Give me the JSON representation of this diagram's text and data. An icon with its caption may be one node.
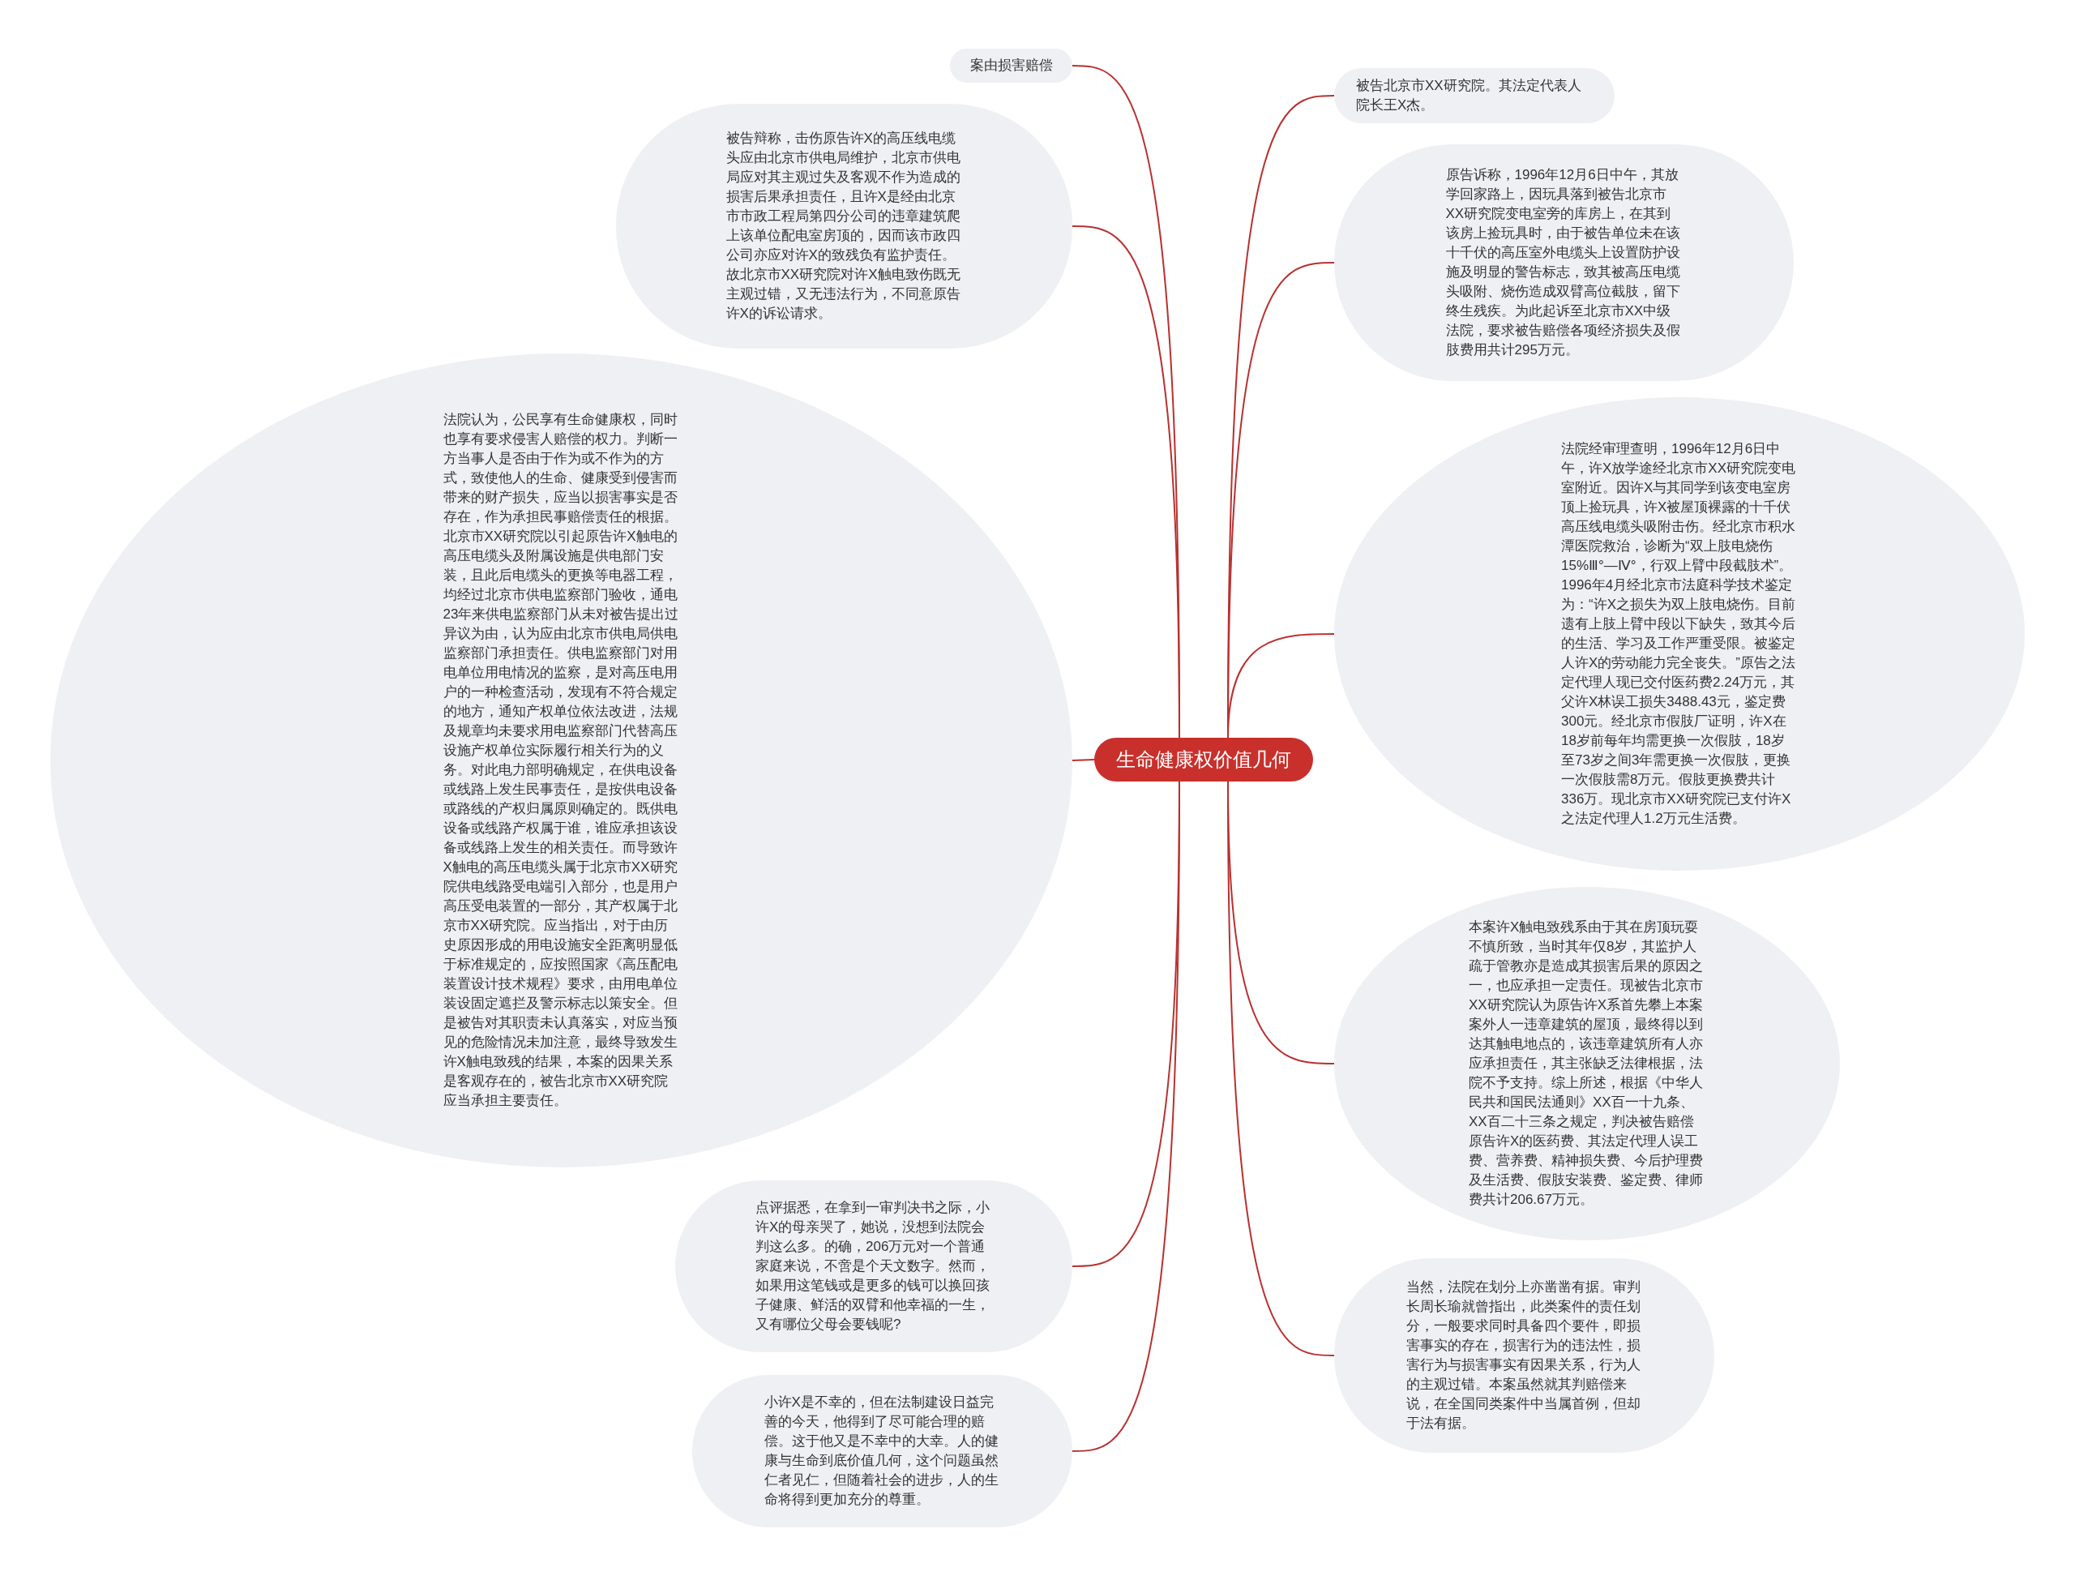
{
  "diagram": {
    "nodes": [
      {
        "text": [
          "生命健康权价值几何"
        ]
      },
      {
        "text": [
          "案由损害赔偿"
        ]
      },
      {
        "text": [
          "被告辩称，击伤原告许X的高压线电缆头应由北京市供电局维护，北京市供电局应对其主观过失及客观不作为造成的损害后果承担责任，且许X是经由北京市市政工程局第四分公司的违章建筑爬上该单位配电室房顶的，因而该市政四公司亦应对许X的致残负有监护责任。故北京市XX研究院对许X触电致伤既无主观过错，又无违法行为，不同意原告许X的诉讼请求。"
        ]
      },
      {
        "text": [
          "法院认为，公民享有生命健康权，同时也享有要求侵害人赔偿的权力。判断一方当事人是否由于作为或不作为的方式，致使他人的生命、健康受到侵害而带来的财产损失，应当以损害事实是否存在，作为承担民事赔偿责任的根据。北京市XX研究院以引起原告许X触电的高压电缆头及附属设施是供电部门安装，且此后电缆头的更换等电器工程，均经过北京市供电监察部门验收，通电23年来供电监察部门从未对被告提出过异议为由，认为应由北京市供电局供电监察部门承担责任。供电监察部门对用电单位用电情况的监察，是对高压电用户的一种检查活动，发现有不符合规定的地方，通知产权单位依法改进，法规及规章均未要求用电监察部门代替高压设施产权单位实际履行相关行为的义务。对此电力部明确规定，在供电设备或线路上发生民事责任，是按供电设备或路线的产权归属原则确定的。既供电设备或线路产权属于谁，谁应承担该设备或线路上发生的相关责任。而导致许X触电的高压电缆头属于北京市XX研究院供电线路受电端引入部分，也是用户高压受电装置的一部分，其产权属于北京市XX研究院。应当指出，对于由历史原因形成的用电设施安全距离明显低于标准规定的，应按照国家《高压配电装置设计技术规程》要求，由用电单位装设固定遮拦及警示标志以策安全。但是被告对其职责未认真落实，对应当预见的危险情况未加注意，最终导致发生许X触电致残的结果，本案的因果关系是客观存在的，被告北京市XX研究院应当承担主要责任。"
        ]
      },
      {
        "text": [
          "点评据悉，在拿到一审判决书之际，小许X的母亲哭了，她说，没想到法院会判这么多。的确，206万元对一个普通家庭来说，不啻是个天文数字。然而，如果用这笔钱或是更多的钱可以换回孩子健康、鲜活的双臂和他幸福的一生，又有哪位父母会要钱呢?"
        ]
      },
      {
        "text": [
          "小许X是不幸的，但在法制建设日益完善的今天，他得到了尽可能合理的赔偿。这于他又是不幸中的大幸。人的健康与生命到底价值几何，这个问题虽然仁者见仁，但随着社会的进步，人的生命将得到更加充分的尊重。"
        ]
      },
      {
        "text": [
          "被告北京市XX研究院。其法定代表人院长王X杰。"
        ]
      },
      {
        "text": [
          "原告诉称，1996年12月6日中午，其放学回家路上，因玩具落到被告北京市XX研究院变电室旁的库房上，在其到该房上捡玩具时，由于被告单位未在该十千伏的高压室外电缆头上设置防护设施及明显的警告标志，致其被高压电缆头吸附、烧伤造成双臂高位截肢，留下终生残疾。为此起诉至北京市XX中级法院，要求被告赔偿各项经济损失及假肢费用共计295万元。"
        ]
      },
      {
        "text": [
          "法院经审理查明，1996年12月6日中午，许X放学途经北京市XX研究院变电室附近。因许X与其同学到该变电室房顶上捡玩具，许X被屋顶裸露的十千伏高压线电缆头吸附击伤。经北京市积水潭医院救治，诊断为“双上肢电烧伤15%Ⅲ°—Ⅳ°，行双上臂中段截肢术”。1996年4月经北京市法庭科学技术鉴定为：“许X之损失为双上肢电烧伤。目前遗有上肢上臂中段以下缺失，致其今后的生活、学习及工作严重受限。被鉴定人许X的劳动能力完全丧失。”原告之法定代理人现已交付医药费2.24万元，其父许X林误工损失3488.43元，鉴定费300元。经北京市假肢厂证明，许X在18岁前每年均需更换一次假肢，18岁至73岁之间3年需更换一次假肢，更换一次假肢需8万元。假肢更换费共计336万。现北京市XX研究院已支付许X之法定代理人1.2万元生活费。"
        ]
      },
      {
        "text": [
          "本案许X触电致残系由于其在房顶玩耍不慎所致，当时其年仅8岁，其监护人疏于管教亦是造成其损害后果的原因之一，也应承担一定责任。现被告北京市XX研究院认为原告许X系首先攀上本案案外人一违章建筑的屋顶，最终得以到达其触电地点的，该违章建筑所有人亦应承担责任，其主张缺乏法律根据，法院不予支持。综上所述，根据《中华人民共和国民法通则》XX百一十九条、XX百二十三条之规定，判决被告赔偿原告许X的医药费、其法定代理人误工费、营养费、精神损失费、今后护理费及生活费、假肢安装费、鉴定费、律师费共计206.67万元。"
        ]
      },
      {
        "text": [
          "当然，法院在划分上亦凿凿有据。审判长周长瑜就曾指出，此类案件的责任划分，一般要求同时具备四个要件，即损害事实的存在，损害行为的违法性，损害行为与损害事实有因果关系，行为人的主观过错。本案虽然就其判赔偿来说，在全国同类案件中当属首例，但却于法有据。"
        ]
      }
    ],
    "edges": [
      {
        "from": 0,
        "to": 1,
        "arrow": "none"
      },
      {
        "from": 0,
        "to": 2,
        "arrow": "none"
      },
      {
        "from": 0,
        "to": 3,
        "arrow": "none"
      },
      {
        "from": 0,
        "to": 4,
        "arrow": "none"
      },
      {
        "from": 0,
        "to": 5,
        "arrow": "none"
      },
      {
        "from": 0,
        "to": 6,
        "arrow": "none"
      },
      {
        "from": 0,
        "to": 7,
        "arrow": "none"
      },
      {
        "from": 0,
        "to": 8,
        "arrow": "none"
      },
      {
        "from": 0,
        "to": 9,
        "arrow": "none"
      },
      {
        "from": 0,
        "to": 10,
        "arrow": "none"
      }
    ]
  }
}
